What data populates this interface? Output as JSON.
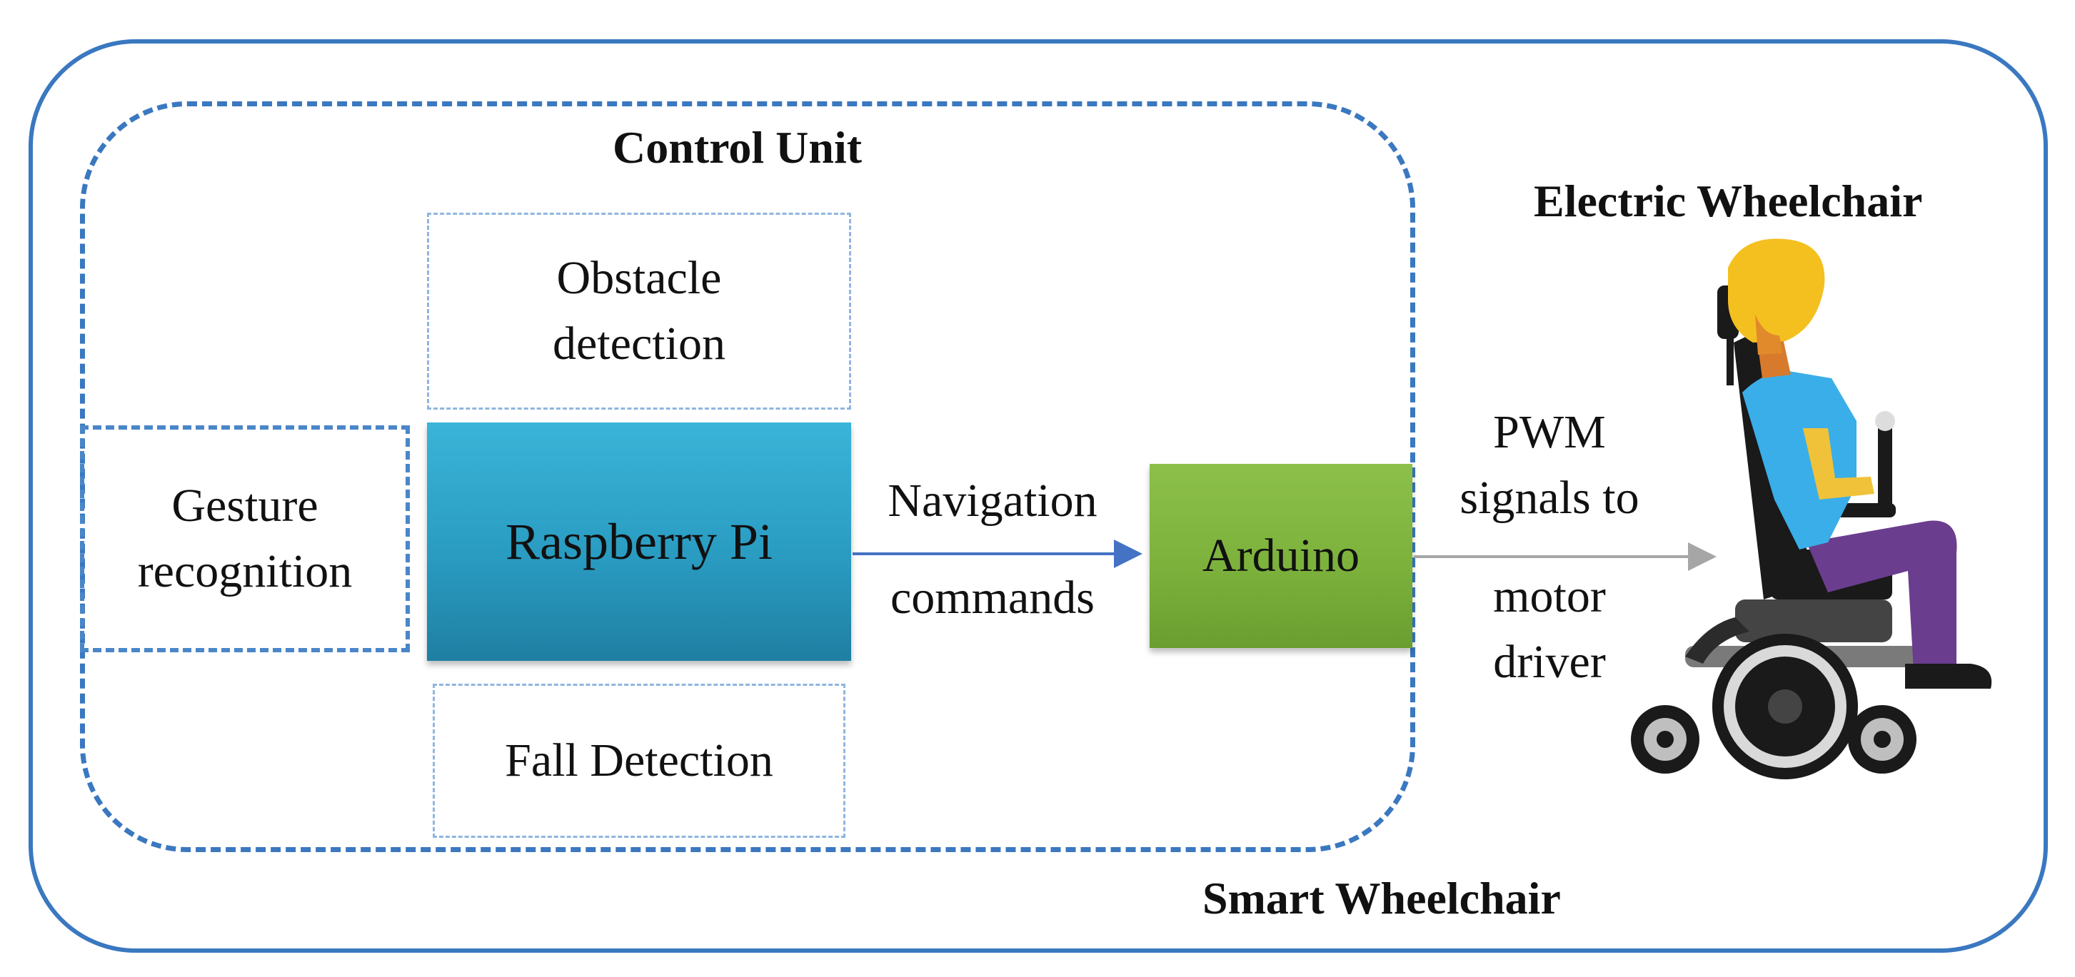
{
  "diagram": {
    "outer_label": "Smart Wheelchair",
    "control_unit_label": "Control Unit",
    "electric_wheelchair_label": "Electric Wheelchair",
    "blocks": {
      "obstacle": {
        "line1": "Obstacle",
        "line2": "detection"
      },
      "gesture": {
        "line1": "Gesture",
        "line2": "recognition"
      },
      "raspberry_pi": "Raspberry Pi",
      "fall": "Fall Detection",
      "arduino": "Arduino"
    },
    "edges": {
      "rpi_to_arduino": {
        "line1": "Navigation",
        "line2": "commands"
      },
      "arduino_to_wheelchair": {
        "line1": "PWM",
        "line2": "signals to",
        "line3": "motor",
        "line4": "driver"
      }
    },
    "colors": {
      "frame_blue": "#3a78c0",
      "raspberry_pi_fill": "#2a9cc2",
      "arduino_fill": "#7cb23c",
      "arrow_blue": "#4472c4",
      "arrow_gray": "#a6a6a6"
    },
    "icons": {
      "wheelchair": "wheelchair-user-illustration"
    }
  }
}
